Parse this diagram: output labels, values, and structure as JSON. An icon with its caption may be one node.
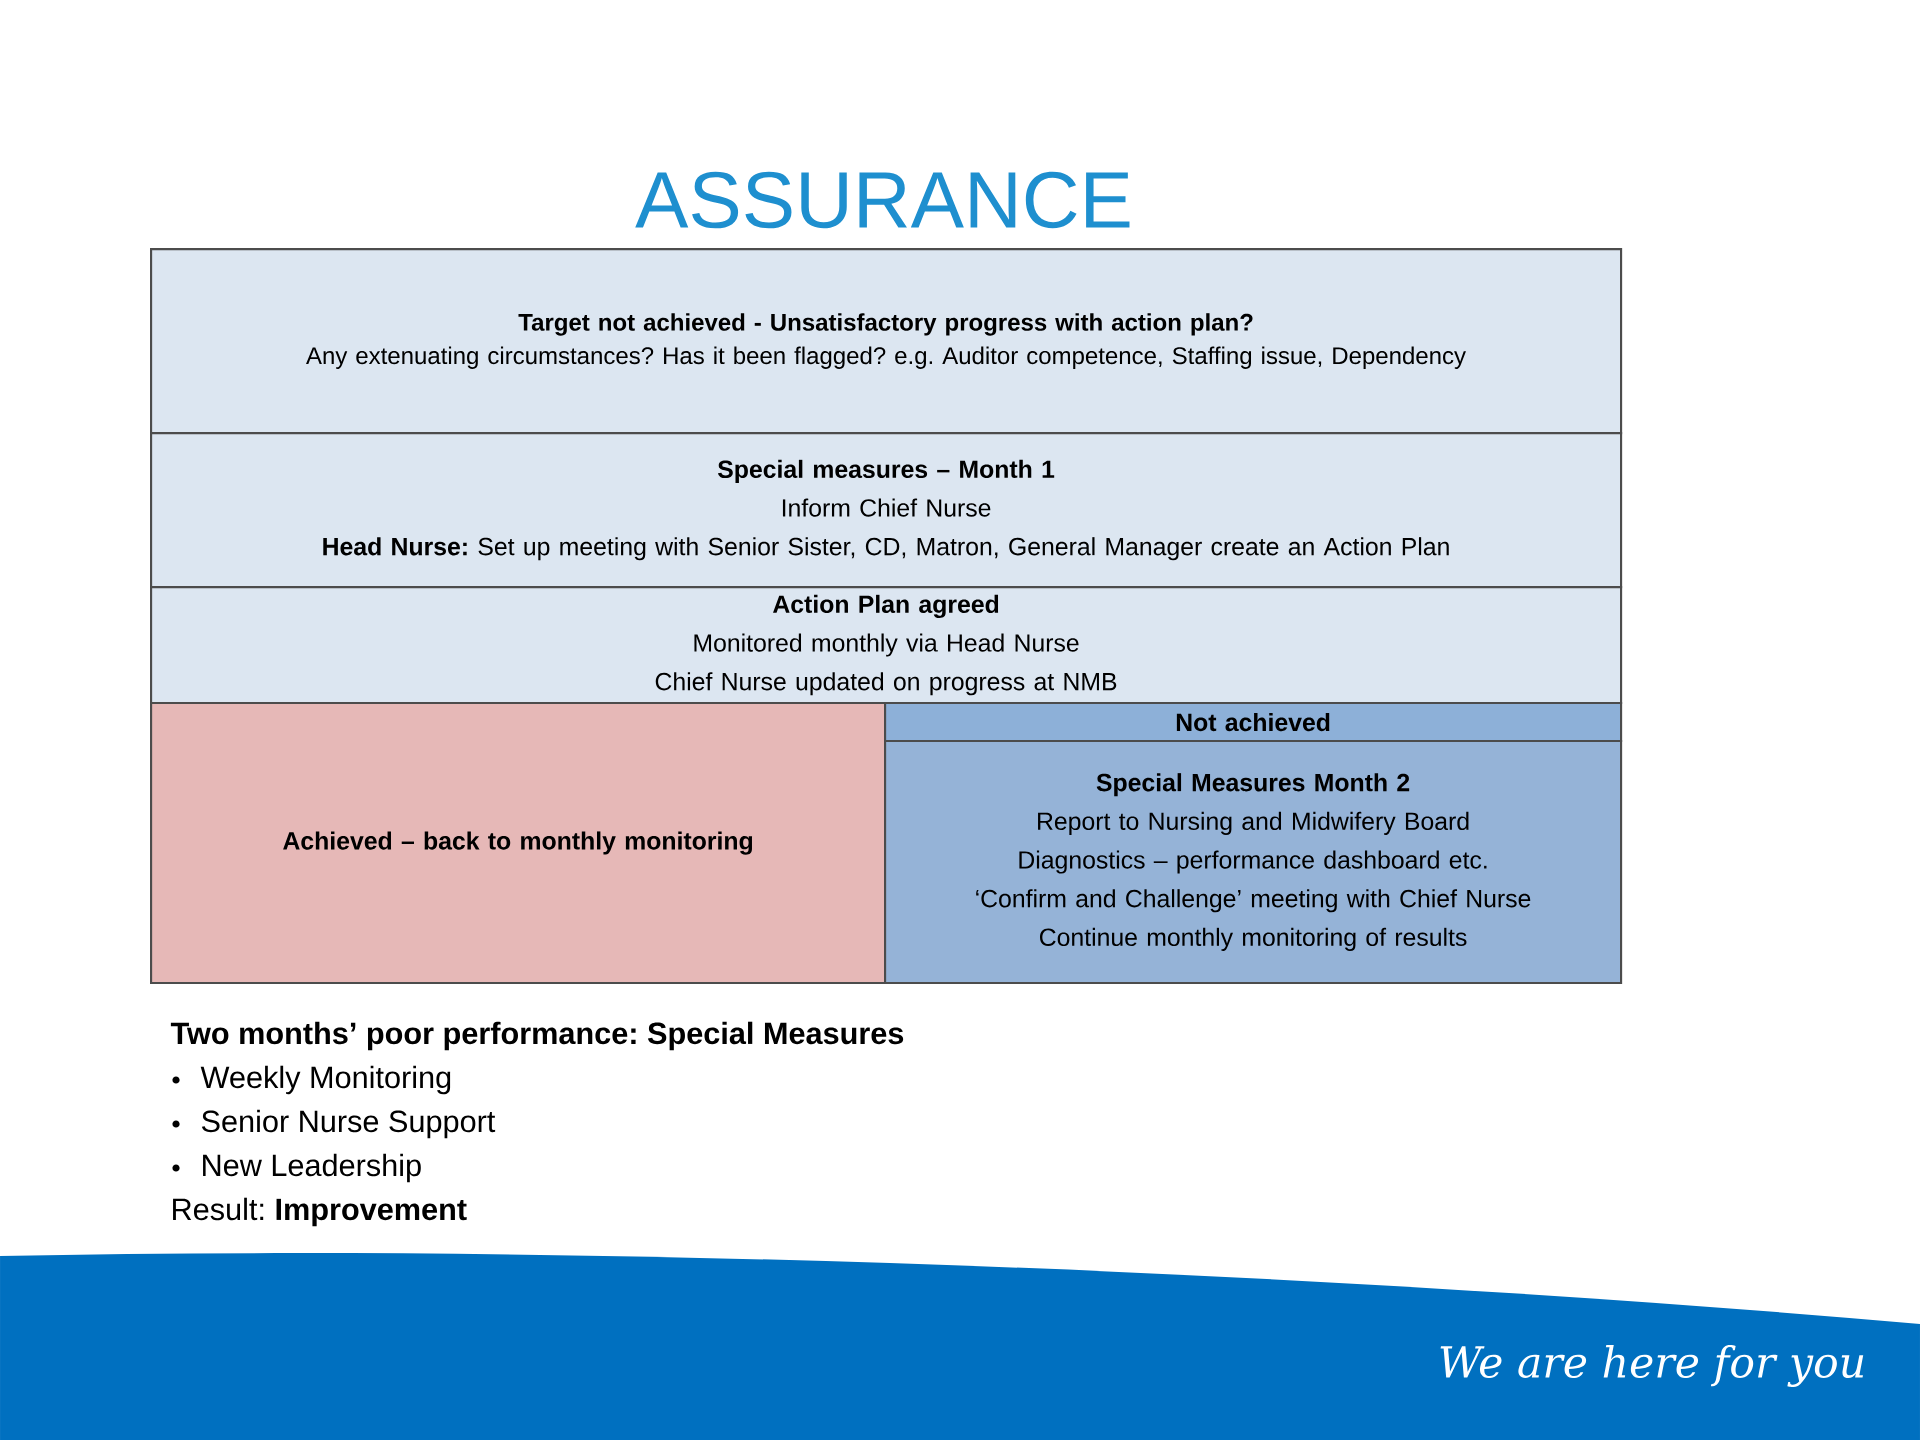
{
  "diagram": {
    "title": "ASSURANCE",
    "nodes": [
      {
        "text": [
          "Target not achieved - Unsatisfactory progress with action plan?",
          "Any extenuating circumstances? Has it been flagged?  e.g. Auditor competence, Staffing issue, Dependency"
        ]
      },
      {
        "text": [
          "Special measures – Month 1",
          "Inform Chief Nurse",
          "**Head Nurse:** Set up meeting with Senior Sister, CD, Matron, General Manager create an Action Plan"
        ]
      },
      {
        "text": [
          "Action Plan agreed",
          "Monitored monthly via Head Nurse",
          "Chief Nurse updated on progress at NMB"
        ]
      },
      {
        "text": [
          "Achieved – back to monthly monitoring"
        ]
      },
      {
        "text": [
          "Not achieved"
        ]
      },
      {
        "text": [
          "Special Measures Month 2",
          "Report to Nursing and Midwifery Board",
          "Diagnostics – performance dashboard etc.",
          "‘Confirm and Challenge’ meeting with Chief Nurse",
          "Continue monthly monitoring of results"
        ]
      }
    ],
    "labels": [
      "Two months’ poor performance: Special Measures",
      "Weekly Monitoring",
      "Senior Nurse Support",
      "New Leadership",
      "Result: **Improvement**",
      "We are here for you"
    ]
  }
}
